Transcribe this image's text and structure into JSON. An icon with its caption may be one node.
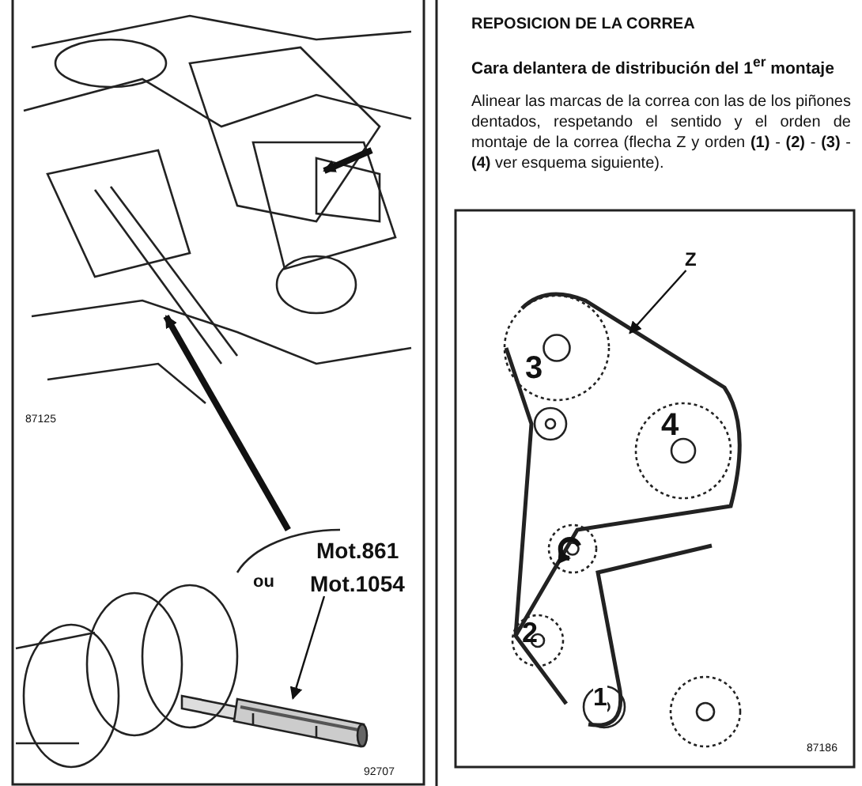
{
  "diagram": {
    "title": "REPOSICION DE LA CORREA",
    "nodes": [
      {
        "text": [
          "Mot.861"
        ]
      },
      {
        "text": [
          "Mot.1054"
        ]
      },
      {
        "text": [],
        "shape": "picture"
      },
      {
        "text": [
          "Z"
        ]
      },
      {
        "text": [],
        "shape": "picture"
      },
      {
        "text": [],
        "shape": "picture"
      }
    ],
    "edges": [
      {
        "from": 1,
        "to": 2,
        "arrow": "to"
      },
      {
        "from": 3,
        "to": 4,
        "arrow": "to"
      },
      {
        "from": 5,
        "to": null,
        "arrow": "to",
        "style": "thick"
      }
    ],
    "labels": [
      "Cara delantera de distribución del 1$^{er}$ montaje",
      "Alinear las marcas de la correa con las de los piñones dentados, respetando el sentido y el orden de montaje de la correa (flecha Z y orden **(1)** - **(2)** - **(3)** - **(4)** ver esquema siguiente).",
      "87125",
      "ou",
      "92707",
      "3",
      "4",
      "2",
      "1",
      "87186"
    ]
  }
}
